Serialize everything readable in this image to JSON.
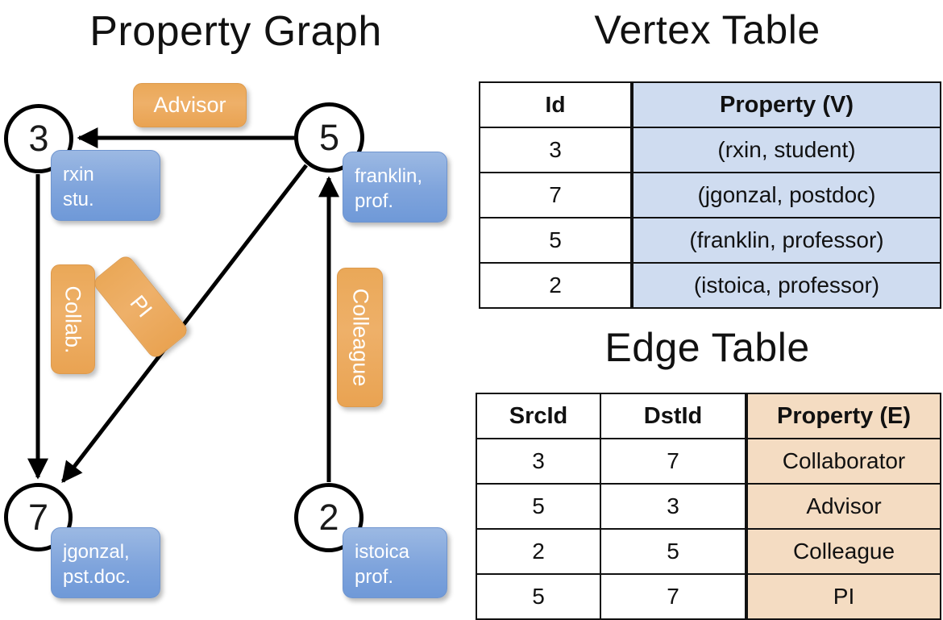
{
  "titles": {
    "property_graph": "Property Graph",
    "vertex_table": "Vertex Table",
    "edge_table": "Edge Table"
  },
  "graph": {
    "vertices": [
      {
        "id": "3",
        "chip": "rxin\nstu."
      },
      {
        "id": "5",
        "chip": "franklin,\nprof."
      },
      {
        "id": "7",
        "chip": "jgonzal,\npst.doc."
      },
      {
        "id": "2",
        "chip": "istoica\nprof."
      }
    ],
    "edge_labels": {
      "advisor": "Advisor",
      "collab": "Collab.",
      "pi": "PI",
      "colleague": "Colleague"
    }
  },
  "vertex_table": {
    "headers": [
      "Id",
      "Property (V)"
    ],
    "rows": [
      {
        "id": "3",
        "property": "(rxin, student)"
      },
      {
        "id": "7",
        "property": "(jgonzal, postdoc)"
      },
      {
        "id": "5",
        "property": "(franklin, professor)"
      },
      {
        "id": "2",
        "property": "(istoica, professor)"
      }
    ]
  },
  "edge_table": {
    "headers": [
      "SrcId",
      "DstId",
      "Property (E)"
    ],
    "rows": [
      {
        "src": "3",
        "dst": "7",
        "property": "Collaborator"
      },
      {
        "src": "5",
        "dst": "3",
        "property": "Advisor"
      },
      {
        "src": "2",
        "dst": "5",
        "property": "Colleague"
      },
      {
        "src": "5",
        "dst": "7",
        "property": "PI"
      }
    ]
  },
  "colors": {
    "vertex_header_fill": "#cfdcf0",
    "edge_header_fill": "#f4dcc2",
    "node_chip_blue": "#7fa4dc",
    "edge_chip_orange": "#eaa858",
    "stroke": "#111111"
  }
}
